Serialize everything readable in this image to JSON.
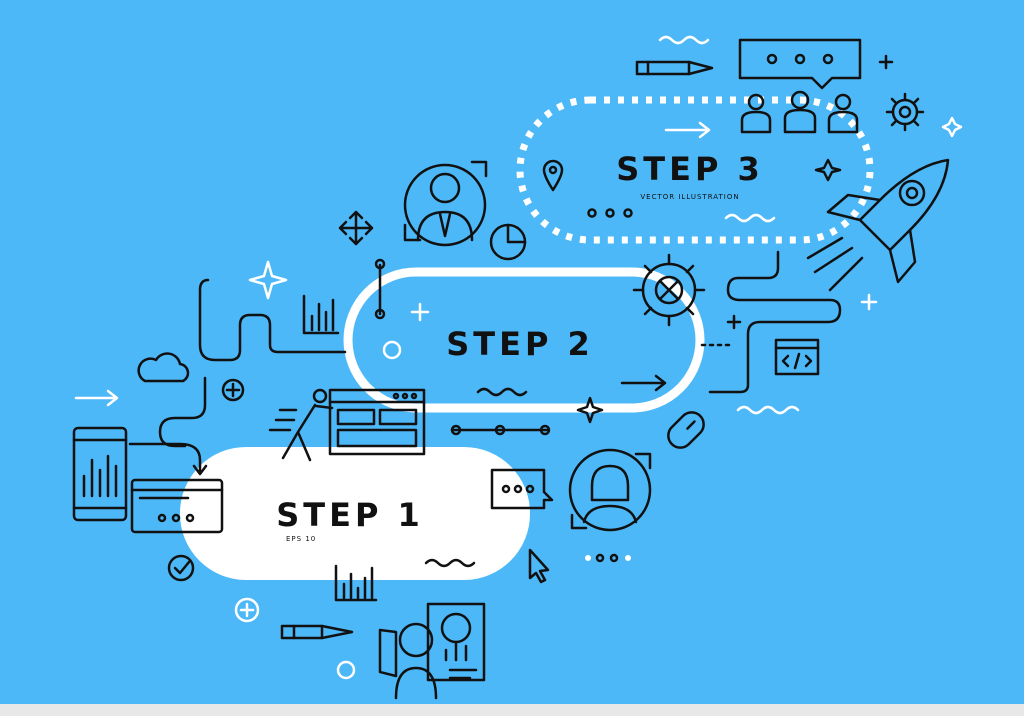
{
  "infographic": {
    "steps": [
      {
        "label": "STEP 1",
        "caption": "EPS 10"
      },
      {
        "label": "STEP 2",
        "caption": ""
      },
      {
        "label": "STEP 3",
        "caption": "VECTOR ILLUSTRATION"
      }
    ],
    "colors": {
      "background": "#4cb8f8",
      "frame": "#e8e8e8",
      "ink": "#111111",
      "path": "#ffffff",
      "accent": "#ffffff"
    },
    "icons": [
      "pencil-icon",
      "chat-bubble-icon",
      "team-icon",
      "gear-icon",
      "rocket-icon",
      "manager-avatar-icon",
      "pie-chart-icon",
      "move-arrows-icon",
      "location-pin-icon",
      "cloud-icon",
      "bar-chart-icon",
      "pushing-man-icon",
      "browser-window-icon",
      "mobile-chart-icon",
      "card-icon",
      "checkmark-icon",
      "message-icon",
      "woman-avatar-icon",
      "cursor-icon",
      "mouse-icon",
      "code-window-icon",
      "presenter-icon",
      "pen-icon"
    ]
  }
}
